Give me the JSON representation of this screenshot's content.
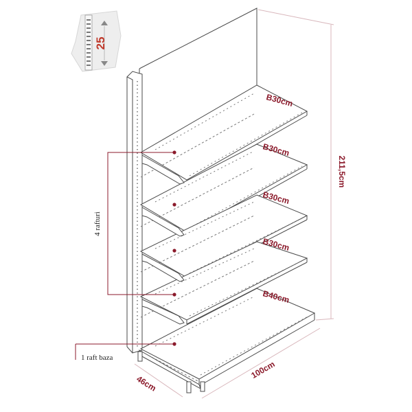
{
  "badge": {
    "number": "25"
  },
  "shelves": [
    {
      "label": "B30cm"
    },
    {
      "label": "B30cm"
    },
    {
      "label": "B30cm"
    },
    {
      "label": "B30cm"
    },
    {
      "label": "B40cm"
    }
  ],
  "dimensions": {
    "height": "211,5cm",
    "width": "100cm",
    "depth": "46cm"
  },
  "annotations": {
    "shelves_count": "4 rafturi",
    "base_shelf": "1 raft baza"
  },
  "colors": {
    "accent": "#8b1a2b",
    "line": "#4a4a4a",
    "dim": "#d8b6bb"
  }
}
